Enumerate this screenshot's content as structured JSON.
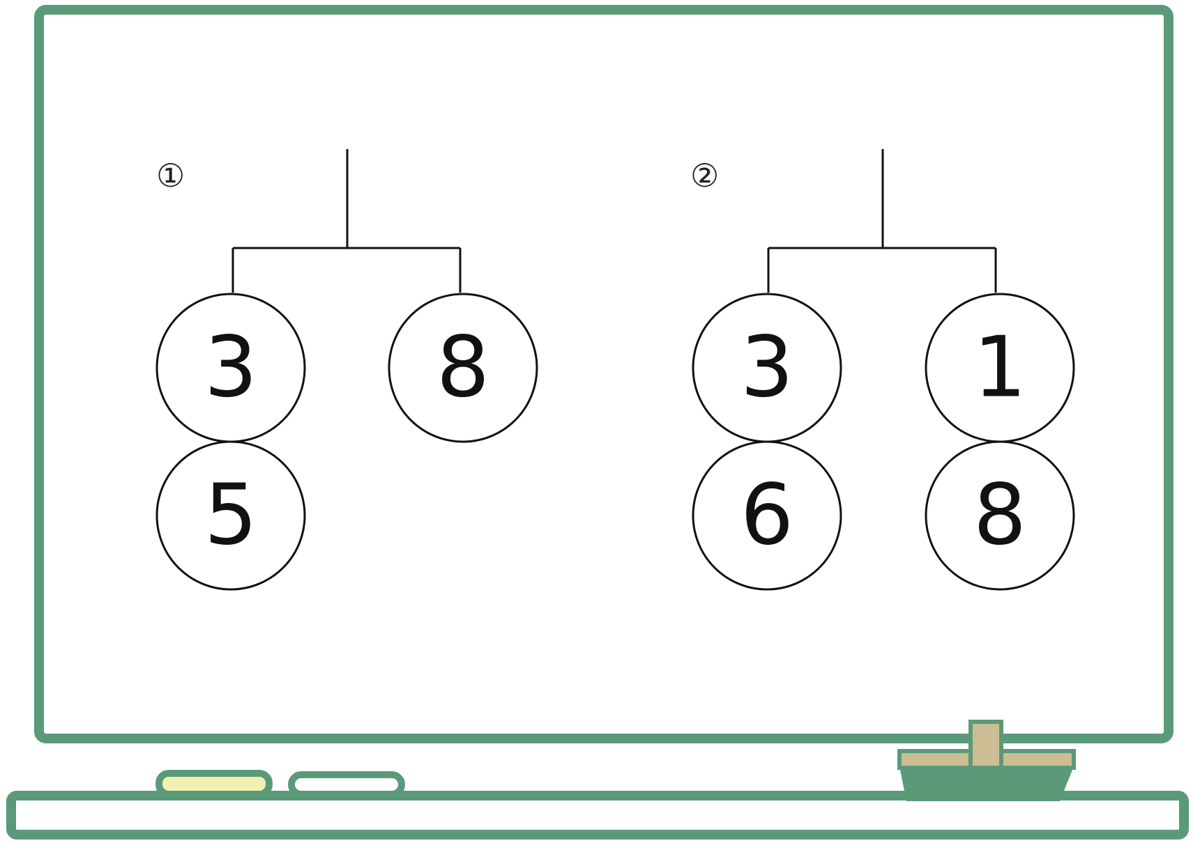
{
  "colors": {
    "frame": "#5a9a78",
    "board_background": "#ffffff",
    "line": "#111111",
    "chalk_yellow": "#f3efb0",
    "eraser_wood": "#cdbd94",
    "eraser_base": "#5a9a78"
  },
  "problems": [
    {
      "marker": "①",
      "nodes": {
        "left_top": "3",
        "right_top": "8",
        "left_bottom": "5"
      }
    },
    {
      "marker": "②",
      "nodes": {
        "left_top": "3",
        "right_top": "1",
        "left_bottom": "6",
        "right_bottom": "8"
      }
    }
  ],
  "icons": {
    "chalk_yellow": "chalk-yellow-icon",
    "chalk_white": "chalk-white-icon",
    "eraser": "eraser-icon"
  }
}
